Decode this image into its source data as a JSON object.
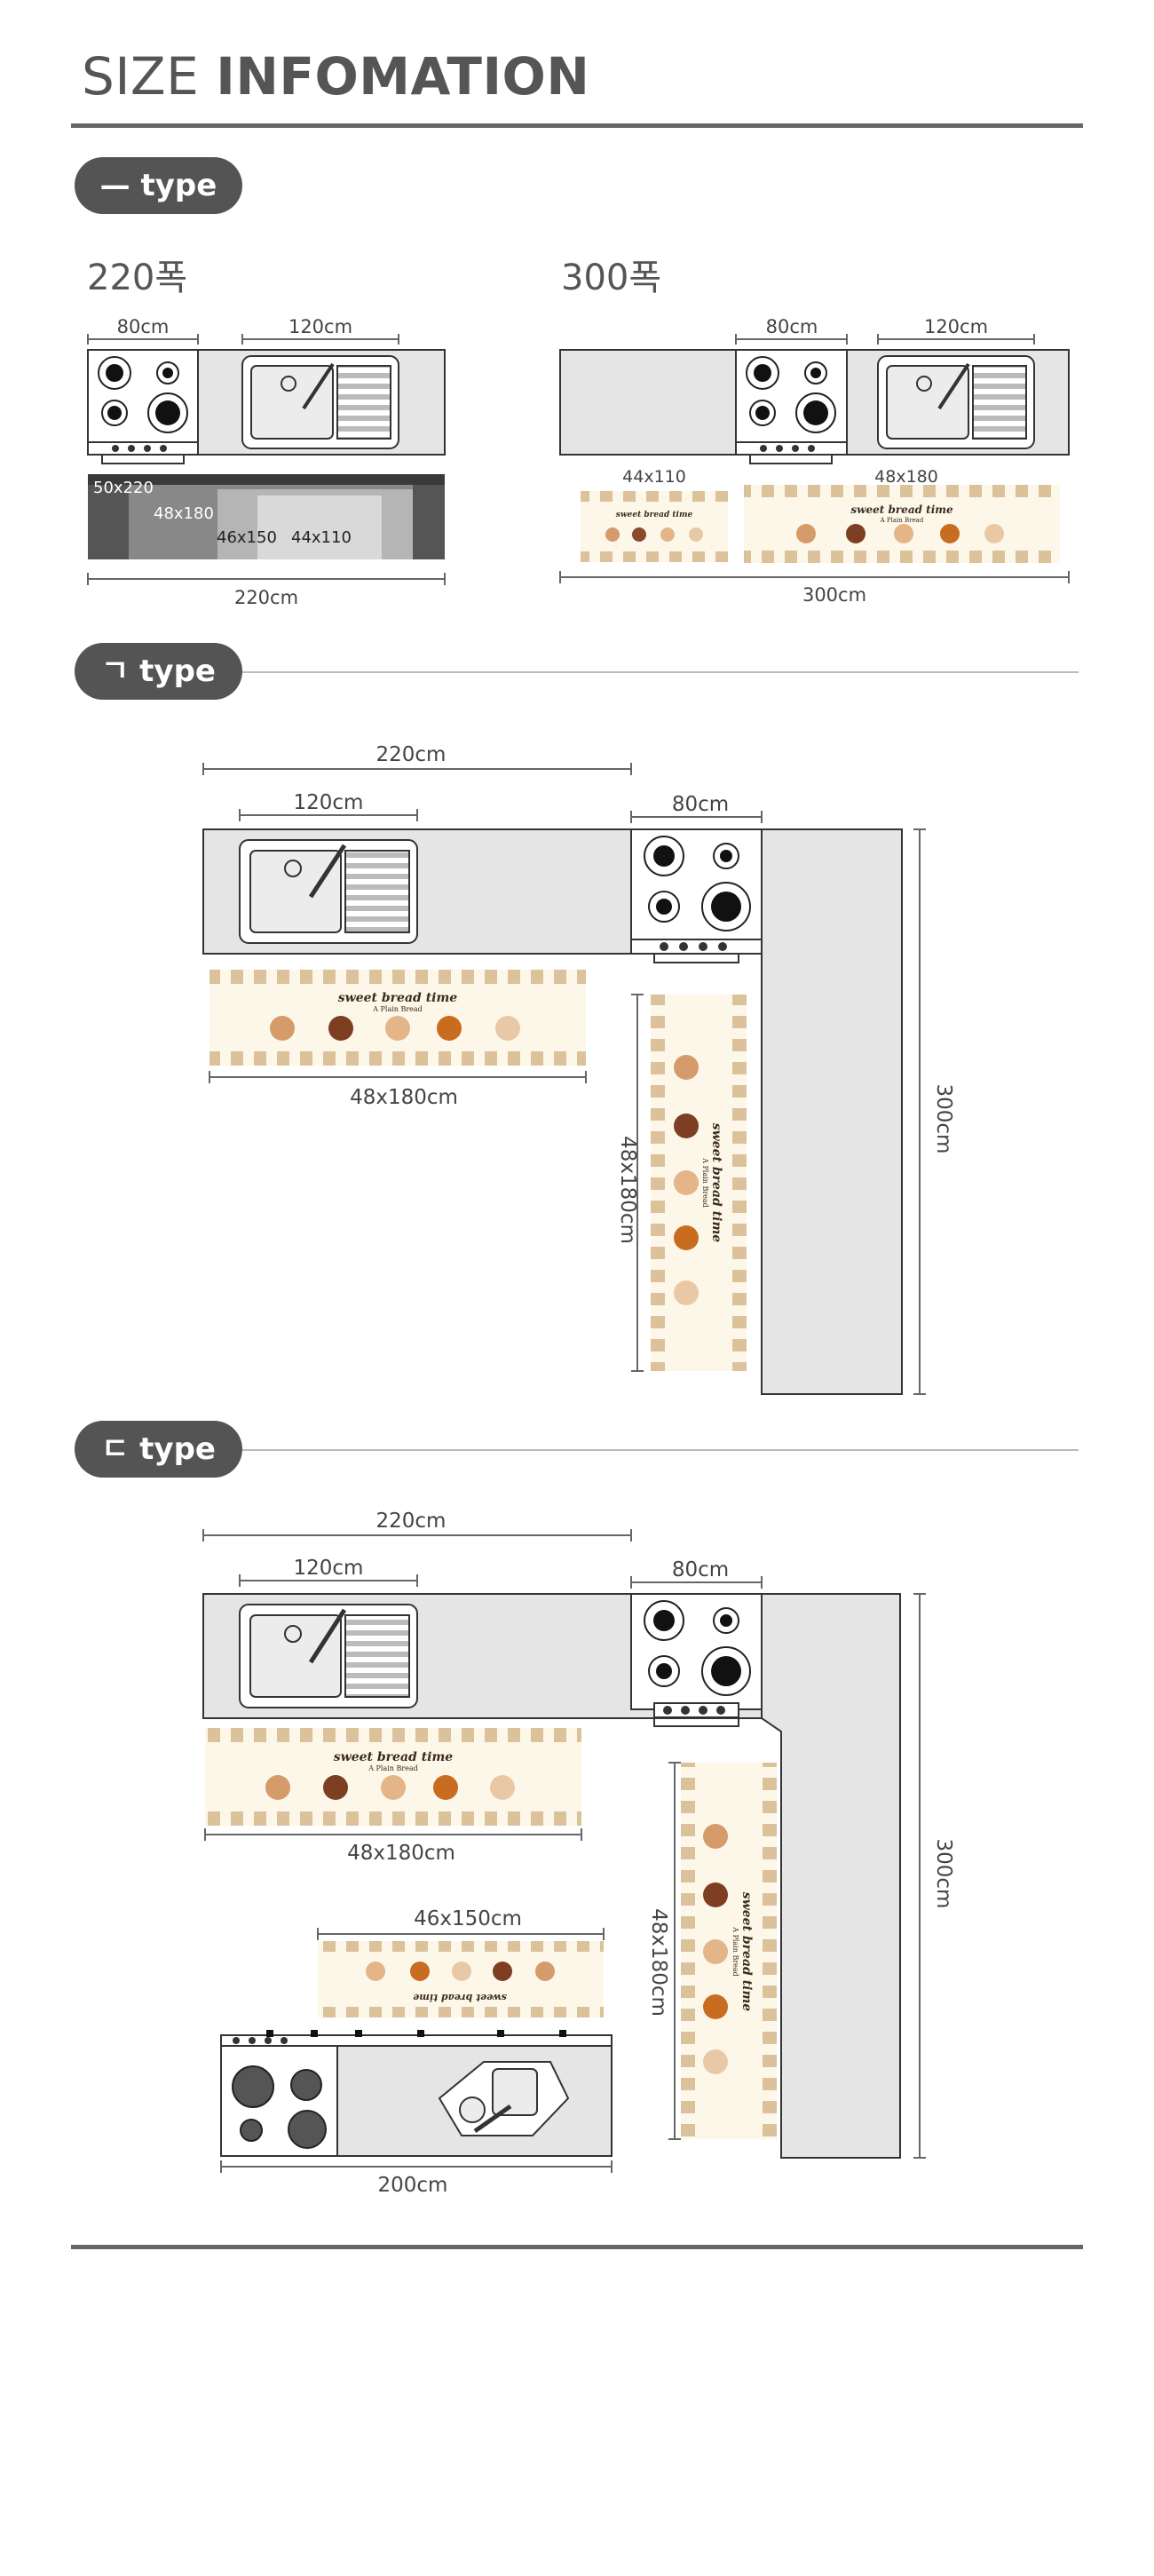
{
  "header": {
    "title_light": "SIZE ",
    "title_bold": "INFOMATION"
  },
  "sections": {
    "straight": {
      "label": "— type",
      "width220": "220폭",
      "width300": "300폭"
    },
    "l_shape": {
      "label": "ㄱ type"
    },
    "u_shape": {
      "label": "ㄷ type"
    }
  },
  "straight_220": {
    "stove_width": "80cm",
    "sink_width": "120cm",
    "total": "220cm",
    "mat_sizes": [
      "50x220",
      "48x180",
      "46x150",
      "44x110"
    ]
  },
  "straight_300": {
    "stove_width": "80cm",
    "sink_width": "120cm",
    "total": "300cm",
    "mat_small": "44x110",
    "mat_large": "48x180"
  },
  "l_type": {
    "top_span": "220cm",
    "sink_width": "120cm",
    "stove_width": "80cm",
    "mat_horizontal": "48x180cm",
    "mat_vertical": "48x180cm",
    "side_length": "300cm"
  },
  "u_type": {
    "top_span": "220cm",
    "sink_width": "120cm",
    "stove_width": "80cm",
    "mat_horizontal": "48x180cm",
    "mat_vertical": "48x180cm",
    "side_length": "300cm",
    "mat_middle": "46x150cm",
    "island_width": "200cm"
  },
  "mat_text": {
    "title": "sweet bread time",
    "subtitle": "A Plain Bread"
  }
}
